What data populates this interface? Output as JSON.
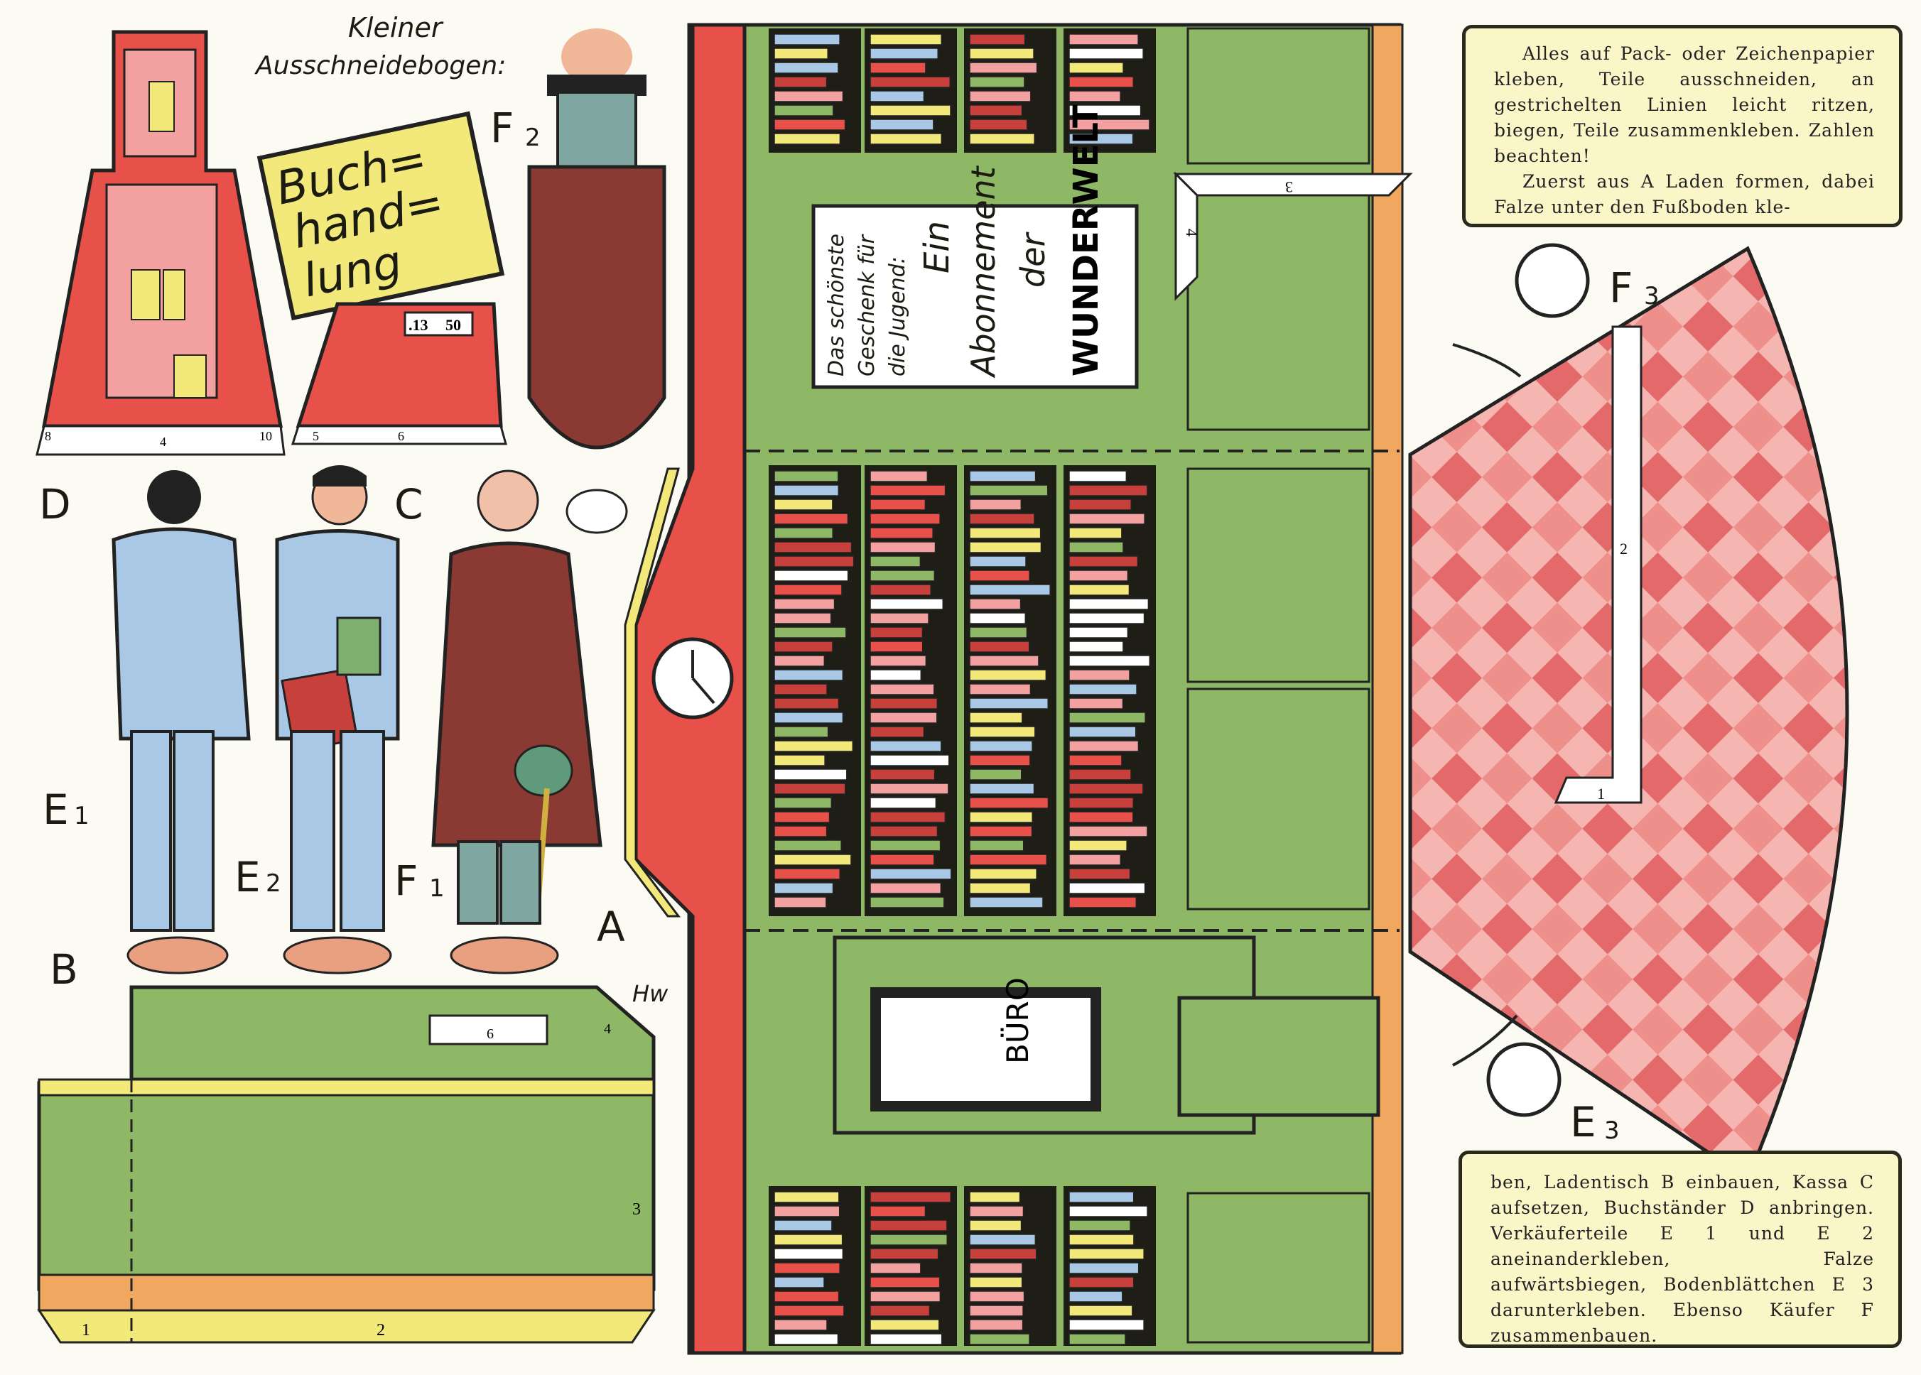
{
  "title": {
    "line1": "Kleiner",
    "line2": "Ausschneidebogen:"
  },
  "sign": {
    "line1": "Buch=",
    "line2": "hand=",
    "line3": "lung"
  },
  "cash_register": {
    "price_left": ".13",
    "price_right": "50"
  },
  "poster": {
    "line1": "Das schönste",
    "line2": "Geschenk für",
    "line3": "die Jugend:",
    "line4": "Ein",
    "line5": "Abonnement",
    "line6": "der",
    "line7": "WUNDERWELT"
  },
  "office_door": {
    "label": "BÜRO"
  },
  "part_labels": {
    "A": "A",
    "B": "B",
    "C": "C",
    "D": "D",
    "E": "E",
    "E1_sub": "1",
    "E2_sub": "2",
    "E3_sub": "3",
    "F": "F",
    "F1_sub": "1",
    "F2_sub": "2",
    "F3_sub": "3"
  },
  "fold_numbers": {
    "counter_1": "1",
    "counter_2": "2",
    "counter_3": "3",
    "counter_4": "4",
    "counter_6": "6",
    "shop_3": "3",
    "shop_4": "4",
    "floor_1": "1",
    "floor_2": "2",
    "stand_4": "4",
    "stand_8": "8",
    "stand_10": "10",
    "register_5": "5",
    "register_6": "6"
  },
  "signature": "Hw",
  "instructions": {
    "top": [
      "Alles auf Pack- oder Zeichenpapier kleben, Teile ausschneiden, an gestrichelten Linien leicht ritzen, biegen, Teile zusammenkleben. Zahlen beachten!",
      "Zuerst aus A Laden formen, dabei Falze unter den Fußboden kle-"
    ],
    "bottom": "ben, Ladentisch B einbauen, Kassa C aufsetzen, Buchständer D anbringen. Verkäuferteile E 1 und E 2 aneinanderkleben, Falze aufwärtsbiegen, Bodenblättchen E 3 darunterkleben. Ebenso Käufer F zusammenbauen."
  },
  "colors": {
    "green": "#8fb866",
    "red": "#e8504a",
    "yellow": "#f3e97a",
    "pink": "#f2a0a0",
    "brown": "#8a3a32",
    "blue": "#a8c8e6",
    "orange": "#f0a860",
    "paper": "#fbfaf3"
  }
}
